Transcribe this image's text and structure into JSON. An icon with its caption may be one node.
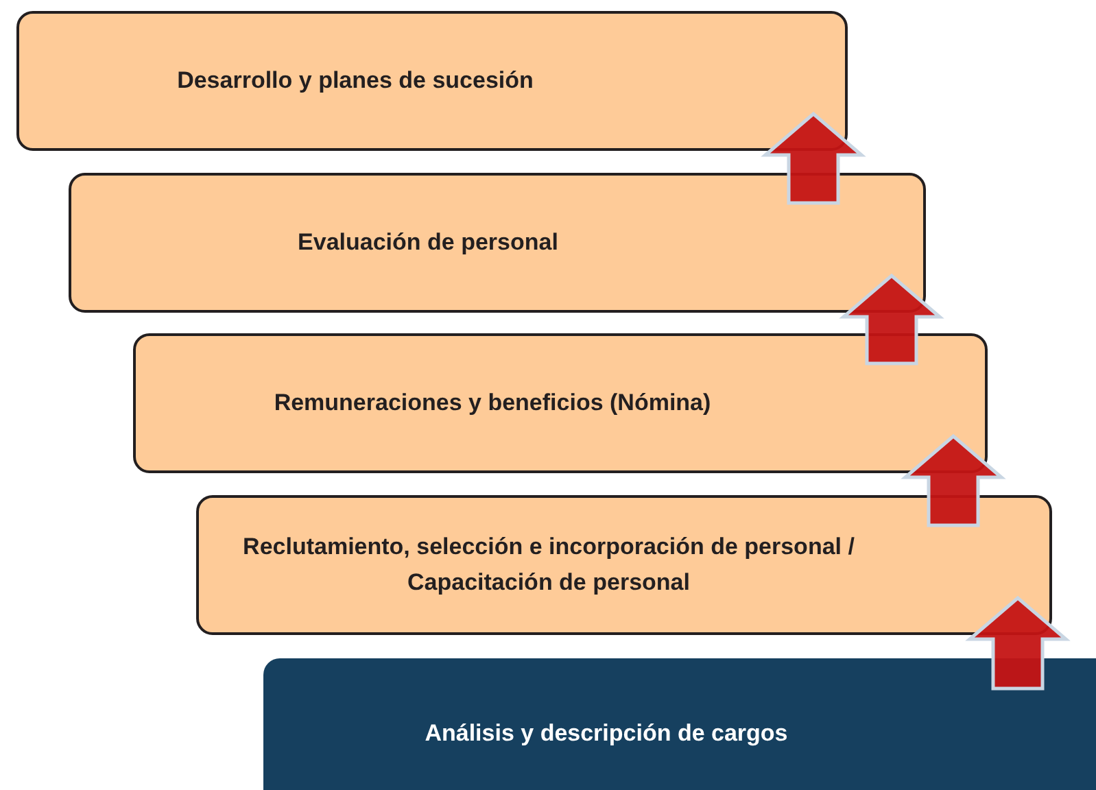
{
  "diagram": {
    "nodes": [
      {
        "text": [
          "Desarrollo y planes de sucesión"
        ]
      },
      {
        "text": [
          "Evaluación de personal"
        ]
      },
      {
        "text": [
          "Remuneraciones y beneficios (Nómina)"
        ]
      },
      {
        "text": [
          "Reclutamiento, selección e incorporación de personal / Capacitación de personal"
        ]
      },
      {
        "text": [
          "Análisis y descripción de cargos"
        ]
      }
    ],
    "edges": [
      {
        "from": 4,
        "to": 3,
        "arrow": "to"
      },
      {
        "from": 3,
        "to": 2,
        "arrow": "to"
      },
      {
        "from": 2,
        "to": 1,
        "arrow": "to"
      },
      {
        "from": 1,
        "to": 0,
        "arrow": "to"
      }
    ]
  }
}
